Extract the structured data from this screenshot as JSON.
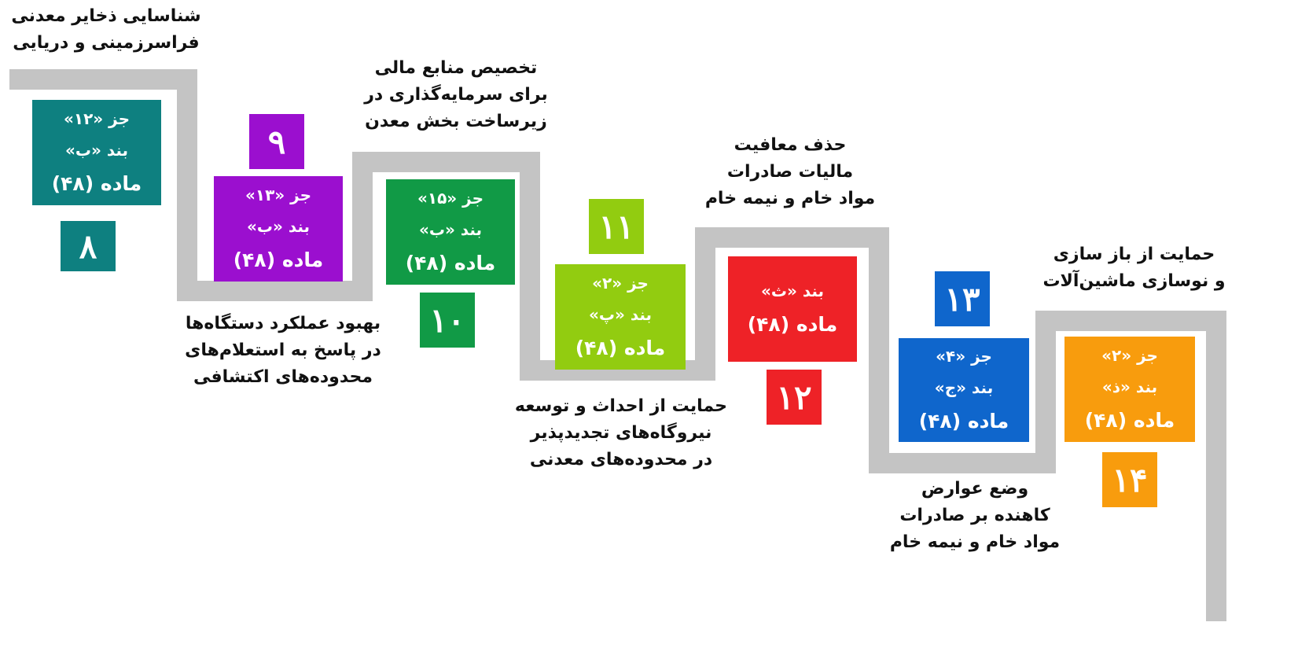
{
  "colors": {
    "path": "#c4c4c4",
    "step8": "#0e8080",
    "step9": "#9b0fcf",
    "step10": "#119a46",
    "step11": "#92cc10",
    "step12": "#ee2227",
    "step13": "#0f66cc",
    "step14": "#f89c0d"
  },
  "steps": [
    {
      "number": "۸",
      "card": [
        "جز «۱۲»",
        "بند «ب»",
        "ماده (۴۸)"
      ],
      "caption": [
        "شناسایی ذخایر معدنی",
        "فراسرزمینی و دریایی"
      ]
    },
    {
      "number": "۹",
      "card": [
        "جز «۱۳»",
        "بند «ب»",
        "ماده (۴۸)"
      ],
      "caption": [
        "بهبود عملکرد دستگاه‌ها",
        "در پاسخ به استعلام‌های",
        "محدوده‌های اکتشافی"
      ]
    },
    {
      "number": "۱۰",
      "card": [
        "جز «۱۵»",
        "بند «ب»",
        "ماده (۴۸)"
      ],
      "caption": [
        "تخصیص منابع مالی",
        "برای سرمایه‌گذاری در",
        "زیرساخت بخش معدن"
      ]
    },
    {
      "number": "۱۱",
      "card": [
        "جز «۲»",
        "بند «پ»",
        "ماده (۴۸)"
      ],
      "caption": [
        "حمایت از احداث و توسعه",
        "نیروگاه‌های تجدیدپذیر",
        "در محدوده‌های معدنی"
      ]
    },
    {
      "number": "۱۲",
      "card": [
        "بند «ث»",
        "ماده (۴۸)"
      ],
      "caption": [
        "حذف معافیت",
        "مالیات صادرات",
        "مواد خام و نیمه خام"
      ]
    },
    {
      "number": "۱۳",
      "card": [
        "جز «۴»",
        "بند «ج»",
        "ماده (۴۸)"
      ],
      "caption": [
        "وضع عوارض",
        "کاهنده بر صادرات",
        "مواد خام و نیمه خام"
      ]
    },
    {
      "number": "۱۴",
      "card": [
        "جز «۲»",
        "بند «ذ»",
        "ماده (۴۸)"
      ],
      "caption": [
        "حمایت از باز سازی",
        "و نوسازی ماشین‌آلات"
      ]
    }
  ]
}
